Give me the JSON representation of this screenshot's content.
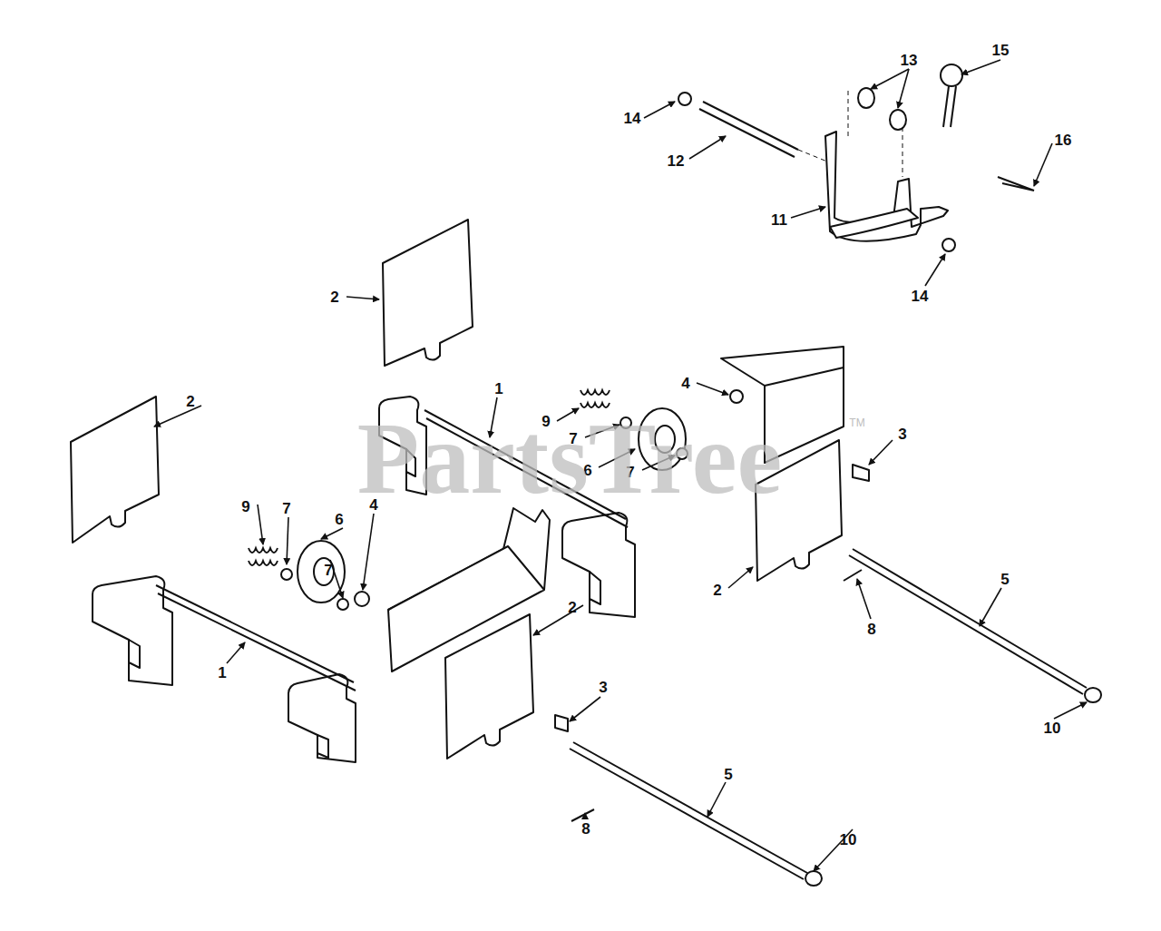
{
  "diagram": {
    "labels": [
      "13",
      "15",
      "14",
      "16",
      "12",
      "11",
      "14",
      "2",
      "1",
      "2",
      "9",
      "4",
      "7",
      "3",
      "6",
      "7",
      "9",
      "7",
      "6",
      "4",
      "7",
      "2",
      "8",
      "5",
      "2",
      "1",
      "3",
      "10",
      "5",
      "8",
      "10",
      "PartsTree",
      "TM"
    ]
  }
}
